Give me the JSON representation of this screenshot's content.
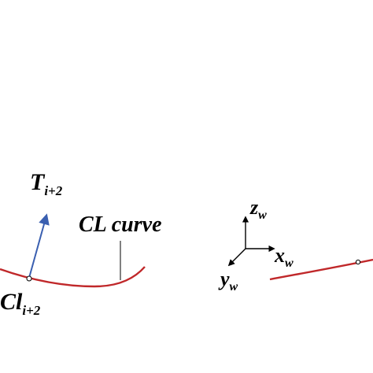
{
  "labels": {
    "tangent_main": "T",
    "tangent_sub": "i+2",
    "point_main": "Cl",
    "point_sub": "i+2",
    "curve_label": "CL curve",
    "axis_z_main": "z",
    "axis_z_sub": "w",
    "axis_x_main": "x",
    "axis_x_sub": "w",
    "axis_y_main": "y",
    "axis_y_sub": "w"
  },
  "colors": {
    "curve": "#c0282a",
    "tangent_arrow": "#3a5fb0",
    "axes": "#000000",
    "text": "#000000"
  }
}
